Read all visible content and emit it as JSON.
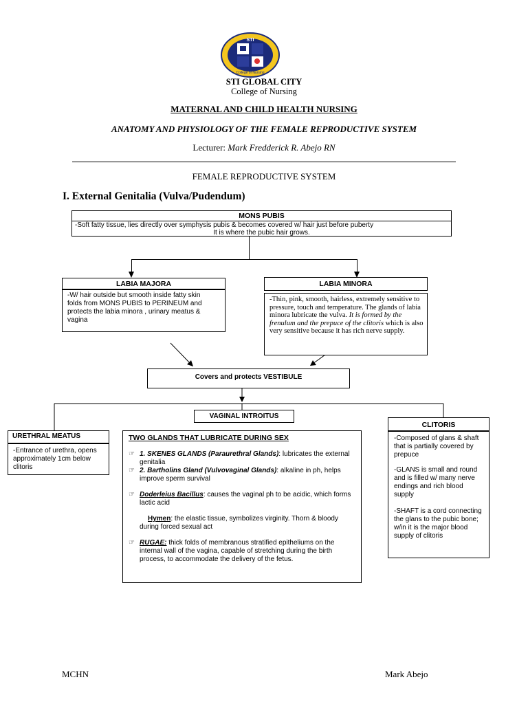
{
  "header": {
    "logo_text": "STI",
    "logo_ring_text": "College of Nursing",
    "school": "STI GLOBAL CITY",
    "college": "College of Nursing",
    "course": "MATERNAL AND CHILD HEALTH NURSING",
    "topic": "ANATOMY AND PHYSIOLOGY OF THE FEMALE REPRODUCTIVE SYSTEM",
    "lecturer_label": "Lecturer:",
    "lecturer_name": "Mark Fredderick R. Abejo RN"
  },
  "section_title": "FEMALE REPRODUCTIVE SYSTEM",
  "subsection_title": "I. External Genitalia (Vulva/Pudendum)",
  "mons_pubis": {
    "title": "MONS PUBIS",
    "line1": "-Soft fatty tissue, lies directly over symphysis pubis & becomes covered w/ hair just before puberty",
    "line2": "It is where the pubic hair grows."
  },
  "labia_majora": {
    "title": "LABIA MAJORA",
    "text": "-W/ hair outside but smooth inside fatty skin folds from MONS PUBIS to PERINEUM and protects the labia minora , urinary meatus & vagina"
  },
  "labia_minora": {
    "title": "LABIA MINORA",
    "text_a": "-Thin, pink, smooth, hairless, extremely sensitive to pressure, touch and temperature. The glands of labia minora lubricate the vulva. ",
    "text_italic": "It is formed by the frenulum and the prepuce of the clitoris",
    "text_b": " which is also very sensitive because it has rich nerve supply."
  },
  "vestibule": {
    "title": "Covers and protects VESTIBULE"
  },
  "vaginal_introitus": {
    "title": "VAGINAL INTROITUS"
  },
  "urethral_meatus": {
    "title": "URETHRAL MEATUS",
    "text": "-Entrance of urethra, opens approximately 1cm below clitoris"
  },
  "glands": {
    "title": "TWO GLANDS THAT LUBRICATE DURING SEX",
    "skenes_term": "1. SKENES GLANDS (Paraurethral Glands)",
    "skenes_text": ":  lubricates the external genitalia",
    "bartholin_term": "2. Bartholins Gland (Vulvovaginal Glands)",
    "bartholin_text": ": alkaline in ph, helps improve sperm survival",
    "doderleins_term": "Doderleius Bacillus",
    "doderleins_text": ": causes the vaginal ph to be acidic, which forms lactic acid",
    "hymen_term": "Hymen",
    "hymen_text": ": the elastic tissue, symbolizes virginity. Thorn & bloody during forced sexual act",
    "rugae_term": "RUGAE:",
    "rugae_text": " thick folds of membranous stratified epitheliums on the internal wall of the vagina, capable of stretching during the birth process, to accommodate the delivery of the fetus."
  },
  "clitoris": {
    "title": "CLITORIS",
    "p1": "-Composed of glans & shaft that is partially covered by prepuce",
    "p2": "-GLANS is small and round and is filled w/ many nerve endings and rich blood supply",
    "p3": "-SHAFT is a cord connecting the glans to the pubic bone; w/in it is the major blood supply of clitoris"
  },
  "footer": {
    "left": "MCHN",
    "right": "Mark Abejo"
  },
  "icons": {
    "bullet": "pointing-hand-icon"
  }
}
